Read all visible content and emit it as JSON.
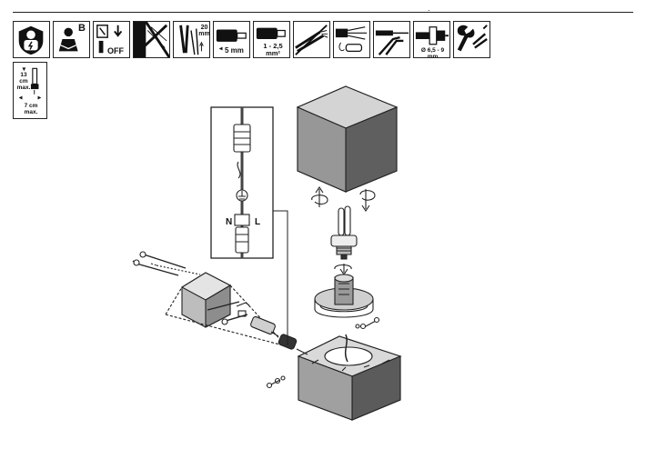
{
  "top_mark": ".",
  "icons": [
    {
      "name": "electrician-icon",
      "text": ""
    },
    {
      "name": "read-manual-icon",
      "text": "B"
    },
    {
      "name": "power-off-icon",
      "text": "OFF"
    },
    {
      "name": "no-install-surface-icon",
      "text": ""
    },
    {
      "name": "strip-20mm-icon",
      "text": "20 mm"
    },
    {
      "name": "strip-5mm-icon",
      "text": "5 mm"
    },
    {
      "name": "cable-section-icon",
      "text": "1 - 2,5 mm²"
    },
    {
      "name": "no-flexible-cable-icon",
      "text": ""
    },
    {
      "name": "wire-twist-icon",
      "text": ""
    },
    {
      "name": "pliers-icon",
      "text": ""
    },
    {
      "name": "cable-diameter-icon",
      "text": "Ø 6,5 - 9 mm"
    },
    {
      "name": "wrench-icon",
      "text": ""
    }
  ],
  "distance_icon": {
    "top": "13 cm max.",
    "bottom": "7 cm max."
  },
  "wiring": {
    "n": "N",
    "l": "L"
  }
}
